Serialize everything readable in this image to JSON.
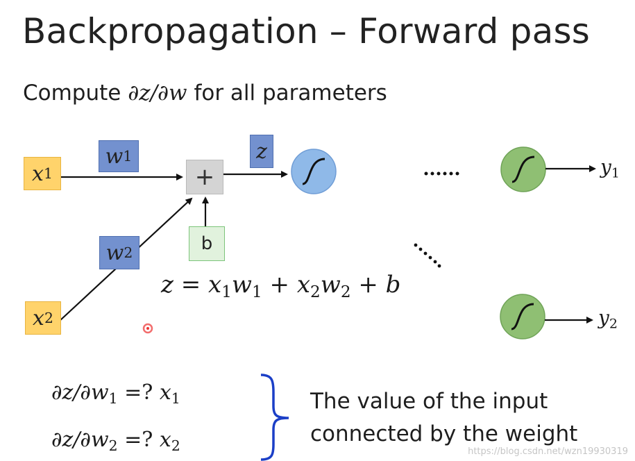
{
  "slide": {
    "title": "Backpropagation – Forward pass",
    "subtitle_prefix": "Compute ",
    "subtitle_math": "∂z/∂w",
    "subtitle_suffix": " for all parameters"
  },
  "diagram": {
    "x1": {
      "base": "x",
      "sub": "1"
    },
    "x2": {
      "base": "x",
      "sub": "2"
    },
    "w1": {
      "base": "w",
      "sub": "1"
    },
    "w2": {
      "base": "w",
      "sub": "2"
    },
    "z_label": "z",
    "sum_symbol": "+",
    "bias_label": "b",
    "equation": {
      "z": "z",
      "eq": " = ",
      "x1": "x",
      "s1": "1",
      "w1": "w",
      "s2": "1",
      "plus1": " + ",
      "x2": "x",
      "s3": "2",
      "w2": "w",
      "s4": "2",
      "plus2": " + ",
      "b": "b"
    },
    "ellipsis_horizontal": "……",
    "ellipsis_diagonal": "……",
    "y1": {
      "base": "y",
      "sub": "1"
    },
    "y2": {
      "base": "y",
      "sub": "2"
    },
    "colors": {
      "input_box": "#ffd36b",
      "weight_box": "#7391cf",
      "bias_box": "#e1f2dd",
      "neuron_blue": "#8fb9e8",
      "neuron_green": "#8fbf73",
      "sum_box": "#d4d4d4",
      "brace": "#1b3fc7"
    }
  },
  "derivatives": {
    "row1": {
      "lhs": "∂z/∂w",
      "lsub": "1",
      "mid": " =?  ",
      "rhs": "x",
      "rsub": "1"
    },
    "row2": {
      "lhs": "∂z/∂w",
      "lsub": "2",
      "mid": " =?  ",
      "rhs": "x",
      "rsub": "2"
    },
    "answer_line1": "The value of the input",
    "answer_line2": "connected by the weight"
  },
  "watermark": "https://blog.csdn.net/wzn19930319"
}
